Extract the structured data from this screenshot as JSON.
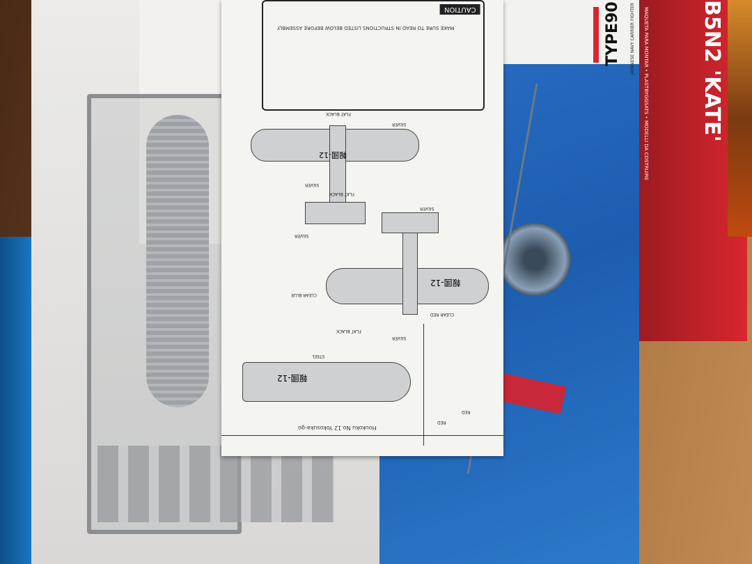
{
  "scene": {
    "description_labels": {
      "box_top_title": "TYPE90",
      "box_top_subtitle": "JAPANESE NAVY CARRIER FIGHTER",
      "red_box_title": "B5N2 'KATE'",
      "red_box_subtitle": "MAQUETA PARA MONTAR • PLASTBYGGSATS • MODELLI DA COSTRUIRE"
    },
    "instruction_sheet": {
      "caution_label": "CAUTION",
      "caution_text": "MAKE SURE TO READ IN STRUCTIONS LISTED BELOW BEFORE ASSEMBLY",
      "color_labels": [
        "SILVER",
        "FLAT BLACK",
        "SILVER",
        "FLAT BLACK",
        "SILVER",
        "CLEAR BLUE",
        "SILVER",
        "CLEAR RED",
        "FLAT BLACK",
        "SILVER",
        "STEEL",
        "RED",
        "RED"
      ],
      "marking_caption": "Houkoku No.12 Yokosuka-go",
      "fuselage_marking": "報國-12"
    },
    "colors": {
      "box_blue": "#1d5db0",
      "red_box": "#d8262e",
      "plastic_grey": "#9ea1a6"
    }
  }
}
